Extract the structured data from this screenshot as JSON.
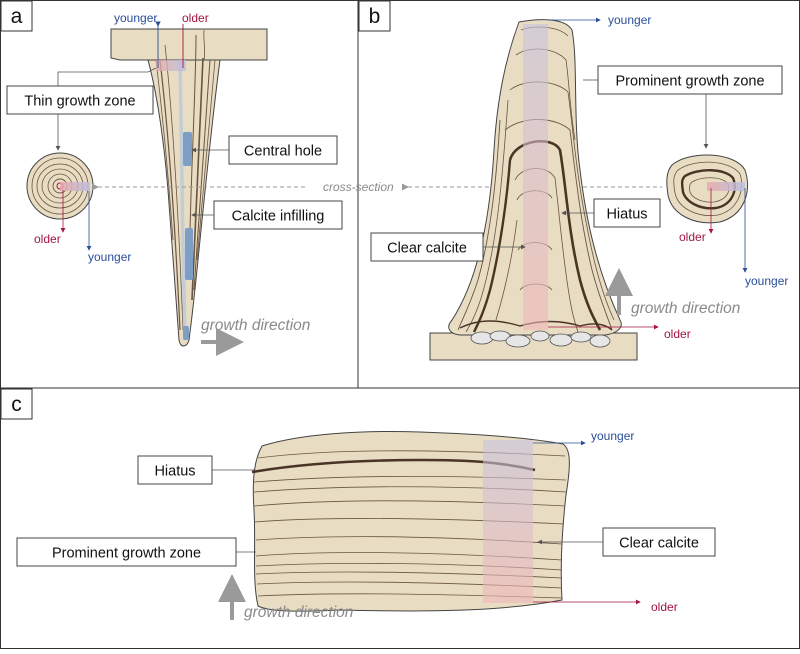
{
  "panels": {
    "a": {
      "letter": "a",
      "labels": {
        "younger_top": "younger",
        "older_top": "older",
        "thin_growth_zone": "Thin growth zone",
        "central_hole": "Central hole",
        "calcite_infilling": "Calcite infilling",
        "older_cs": "older",
        "younger_cs": "younger",
        "growth_direction": "growth direction"
      }
    },
    "cross_section": "cross-section",
    "b": {
      "letter": "b",
      "labels": {
        "younger_top": "younger",
        "prominent_growth_zone": "Prominent growth zone",
        "hiatus": "Hiatus",
        "clear_calcite": "Clear calcite",
        "older_cs": "older",
        "younger_cs": "younger",
        "growth_direction": "growth direction",
        "older_base": "older"
      }
    },
    "c": {
      "letter": "c",
      "labels": {
        "younger": "younger",
        "hiatus": "Hiatus",
        "prominent_growth_zone": "Prominent growth zone",
        "clear_calcite": "Clear calcite",
        "older": "older",
        "growth_direction": "growth direction"
      }
    }
  },
  "colors": {
    "calcite": "#e8dcc3",
    "band": "#6a5440",
    "hiatus": "#4a3424",
    "younger": "#2a4f98",
    "older": "#a3163f",
    "arrow": "#8a8a8a",
    "hole": "#7d9fc4"
  }
}
